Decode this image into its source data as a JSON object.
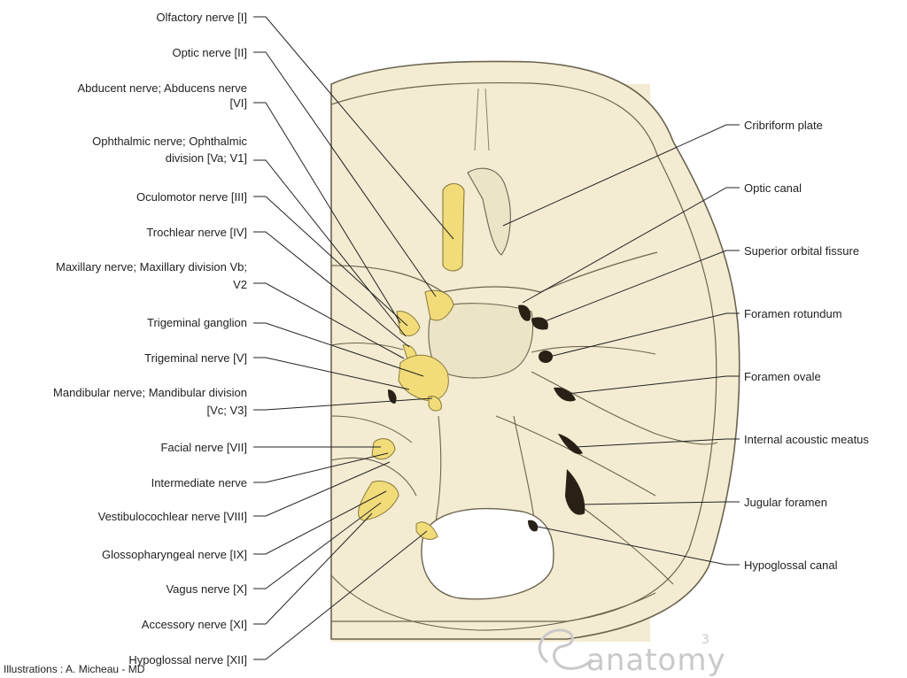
{
  "diagram": {
    "left_labels": [
      {
        "id": "olfactory",
        "lines": [
          "Olfactory nerve [I]"
        ]
      },
      {
        "id": "optic",
        "lines": [
          "Optic nerve [II]"
        ]
      },
      {
        "id": "abducent",
        "lines": [
          "Abducent nerve; Abducens nerve",
          "[VI]"
        ]
      },
      {
        "id": "ophthalmic",
        "lines": [
          "Ophthalmic nerve; Ophthalmic",
          "division [Va; V1]"
        ]
      },
      {
        "id": "oculomotor",
        "lines": [
          "Oculomotor nerve [III]"
        ]
      },
      {
        "id": "trochlear",
        "lines": [
          "Trochlear nerve [IV]"
        ]
      },
      {
        "id": "maxillary",
        "lines": [
          "Maxillary nerve; Maxillary division Vb;",
          "V2"
        ]
      },
      {
        "id": "trigeminal-ganglion",
        "lines": [
          "Trigeminal ganglion"
        ]
      },
      {
        "id": "trigeminal-nerve",
        "lines": [
          "Trigeminal nerve [V]"
        ]
      },
      {
        "id": "mandibular",
        "lines": [
          "Mandibular nerve; Mandibular division",
          "[Vc; V3]"
        ]
      },
      {
        "id": "facial",
        "lines": [
          "Facial nerve [VII]"
        ]
      },
      {
        "id": "intermediate",
        "lines": [
          "Intermediate nerve"
        ]
      },
      {
        "id": "vestibulocochlear",
        "lines": [
          "Vestibulocochlear nerve [VIII]"
        ]
      },
      {
        "id": "glossopharyngeal",
        "lines": [
          "Glossopharyngeal nerve [IX]"
        ]
      },
      {
        "id": "vagus",
        "lines": [
          "Vagus nerve [X]"
        ]
      },
      {
        "id": "accessory",
        "lines": [
          "Accessory nerve [XI]"
        ]
      },
      {
        "id": "hypoglossal-nerve",
        "lines": [
          "Hypoglossal nerve [XII]"
        ]
      }
    ],
    "right_labels": [
      {
        "id": "cribriform",
        "lines": [
          "Cribriform plate"
        ]
      },
      {
        "id": "optic-canal",
        "lines": [
          "Optic canal"
        ]
      },
      {
        "id": "superior-orbital",
        "lines": [
          "Superior orbital fissure"
        ]
      },
      {
        "id": "foramen-rotundum",
        "lines": [
          "Foramen rotundum"
        ]
      },
      {
        "id": "foramen-ovale",
        "lines": [
          "Foramen ovale"
        ]
      },
      {
        "id": "internal-acoustic",
        "lines": [
          "Internal acoustic meatus"
        ]
      },
      {
        "id": "jugular",
        "lines": [
          "Jugular foramen"
        ]
      },
      {
        "id": "hypoglossal-canal",
        "lines": [
          "Hypoglossal canal"
        ]
      }
    ],
    "credit": "Illustrations : A. Micheau - MD",
    "logo": {
      "text": "anatomy",
      "superscript": "3"
    },
    "watermark": "",
    "colors": {
      "bone": "#f3ecd2",
      "bone_dark": "#e7dfc2",
      "outline": "#6b6450",
      "nerve": "#f2dc7a",
      "nerve_outline": "#8a7a3a",
      "foramen": "#2a2116",
      "line": "#222222"
    }
  }
}
